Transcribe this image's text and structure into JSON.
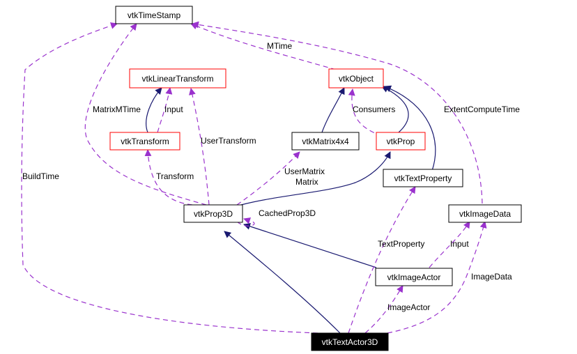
{
  "colors": {
    "inheritance": "#191970",
    "usage": "#9a32cd",
    "class_border_red": "#ff0000",
    "class_border_black": "#000000",
    "focus_fill": "#000000",
    "focus_text": "#ffffff"
  },
  "nodes": {
    "timestamp": "vtkTimeStamp",
    "lineartransform": "vtkLinearTransform",
    "object": "vtkObject",
    "transform": "vtkTransform",
    "matrix": "vtkMatrix4x4",
    "prop": "vtkProp",
    "textproperty": "vtkTextProperty",
    "prop3d": "vtkProp3D",
    "imagedata": "vtkImageData",
    "imageactor": "vtkImageActor",
    "textactor3d": "vtkTextActor3D"
  },
  "labels": {
    "mtime": "MTime",
    "matrixmtime": "MatrixMTime",
    "input_transform": "Input",
    "consumers": "Consumers",
    "extentcomputetime": "ExtentComputeTime",
    "usertransform": "UserTransform",
    "buildtime": "BuildTime",
    "transform": "Transform",
    "usermatrix": "UserMatrix",
    "matrix": "Matrix",
    "cachedprop3d": "CachedProp3D",
    "textproperty": "TextProperty",
    "input_imagedata": "Input",
    "imagedata": "ImageData",
    "imageactor": "ImageActor"
  }
}
